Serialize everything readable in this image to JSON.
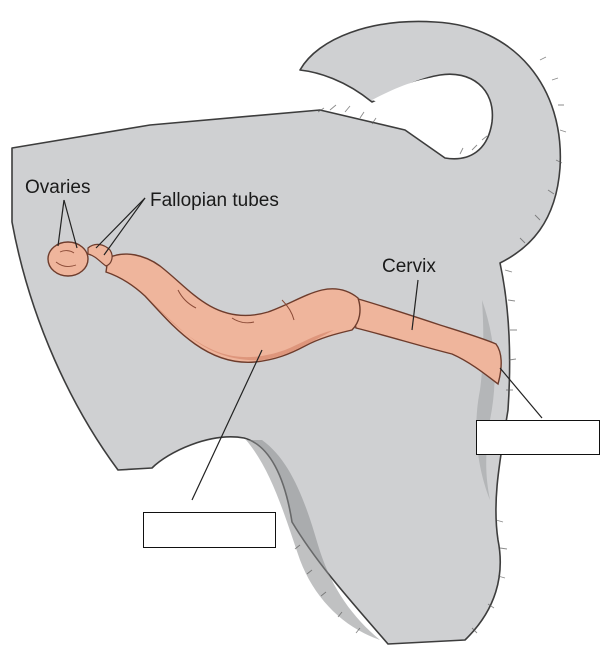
{
  "diagram": {
    "labels": {
      "ovaries": "Ovaries",
      "fallopian_tubes": "Fallopian tubes",
      "cervix": "Cervix"
    },
    "blank_label_boxes": [
      {
        "id": "uterus-blank",
        "value": ""
      },
      {
        "id": "vagina-blank",
        "value": ""
      }
    ],
    "colors": {
      "body": "#cfd0d2",
      "body_outline": "#3d3d3d",
      "organ_fill": "#efb59c",
      "organ_shade": "#d98f74",
      "organ_outline": "#6e3c2c",
      "leader_line": "#222222"
    }
  }
}
